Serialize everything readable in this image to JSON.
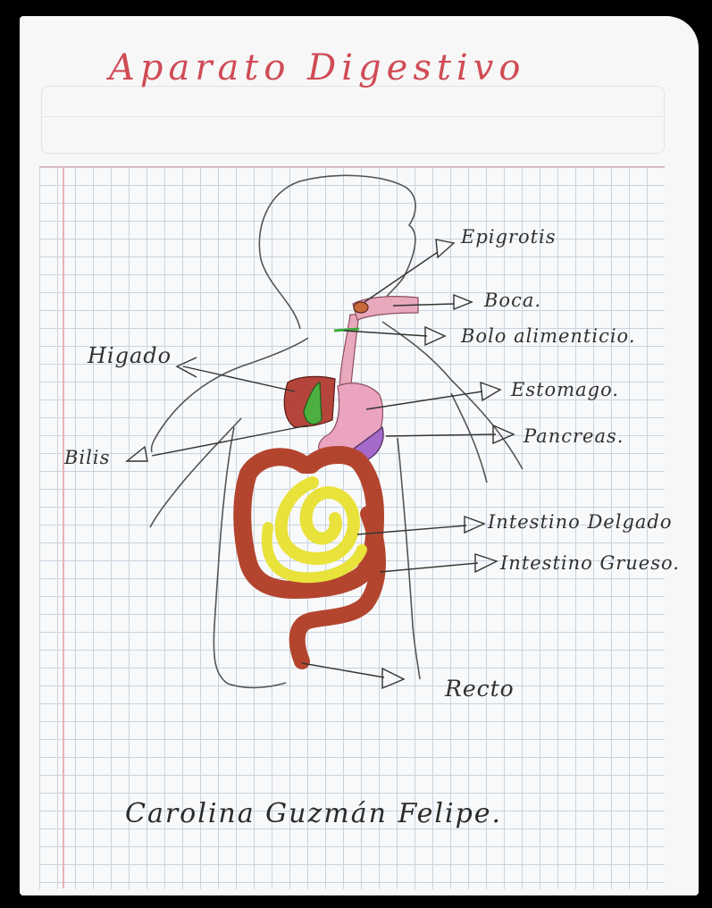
{
  "title": "Aparato Digestivo",
  "labels": {
    "epiglotis": "Epigrotis",
    "boca": "Boca.",
    "bolo": "Bolo alimenticio.",
    "higado": "Higado",
    "estomago": "Estomago.",
    "bilis": "Bilis",
    "pancreas": "Pancreas.",
    "intestino_delgado": "Intestino Delgado",
    "intestino_grueso": "Intestino Grueso.",
    "recto": "Recto"
  },
  "signature": "Carolina Guzmán Felipe.",
  "colors": {
    "title": "#d04b55",
    "pencil": "#3a3a3a",
    "liver": "#b5453b",
    "gallbladder": "#4caf3f",
    "stomach": "#eba4bf",
    "pancreas": "#a569c9",
    "small_intestine": "#e8e23a",
    "large_intestine": "#b3452f",
    "esophagus": "#e9a9bd"
  }
}
